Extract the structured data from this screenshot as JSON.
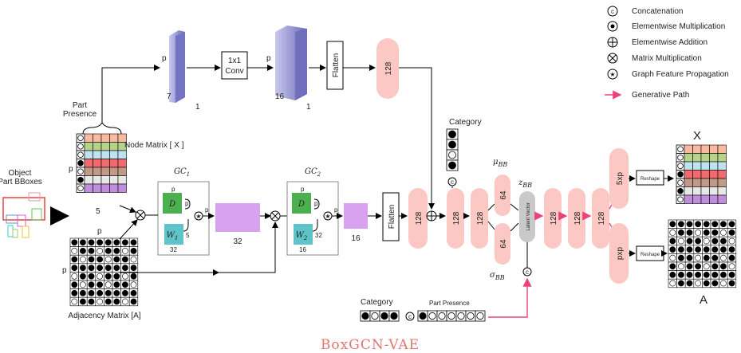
{
  "title": "BoxGCN-VAE",
  "legend": {
    "concat": {
      "symbol": "©",
      "label": "Concatenation"
    },
    "elem_mul": {
      "symbol": "⊙",
      "label": "Elementwise Multiplication"
    },
    "elem_add": {
      "symbol": "⊕",
      "label": "Elementwise Addition"
    },
    "mat_mul": {
      "symbol": "⊗",
      "label": "Matrix Multiplication"
    },
    "gfp": {
      "symbol": "⊛",
      "label": "Graph Feature Propagation"
    },
    "gen_path": {
      "label": "Generative Path"
    }
  },
  "labels": {
    "object_part_bboxes_1": "Object",
    "object_part_bboxes_2": "Part BBoxes",
    "part_presence_1": "Part",
    "part_presence_2": "Presence",
    "node_matrix": "Node Matrix [ X ]",
    "adjacency_matrix": "Adjacency Matrix  [A]",
    "p": "p",
    "dim5": "5",
    "dim7": "7",
    "dim1": "1",
    "dim16": "16",
    "dim32": "32",
    "dim128": "128",
    "dim64": "64",
    "conv_1": "1x1",
    "conv_2": "Conv",
    "flatten": "Flatten",
    "gc1": "GC",
    "gc1_sub": "1",
    "gc2": "GC",
    "gc2_sub": "2",
    "D": "D",
    "W1": "W",
    "W1_sub": "1",
    "W2": "W",
    "W2_sub": "2",
    "category": "Category",
    "mu": "μ",
    "mu_sub": "BB",
    "sigma": "σ",
    "sigma_sub": "BB",
    "z": "z",
    "z_sub": "BB",
    "latent": "Latent Vector",
    "out_5xp": "5xp",
    "out_pxp": "pxp",
    "reshape": "Reshape",
    "X": "X",
    "A": "A",
    "bottom_category": "Category",
    "bottom_part_presence": "Part Presence"
  },
  "colors": {
    "salmon": "#fbc8c4",
    "accent": "#e8447a",
    "purple": "#d8a2f0",
    "green": "#4caf50",
    "teal": "#5fc4c7",
    "conv_block": "#7f7fc8",
    "title": "#e0766d"
  },
  "node_matrix_rows": [
    {
      "present": false,
      "color": "#f8b9a0"
    },
    {
      "present": false,
      "color": "#b5d48a"
    },
    {
      "present": false,
      "color": "#bfe2ef"
    },
    {
      "present": true,
      "color": "#f06a6f"
    },
    {
      "present": false,
      "color": "#c09a86"
    },
    {
      "present": true,
      "color": "#e8e8e8"
    },
    {
      "present": false,
      "color": "#c18ddd"
    }
  ],
  "category_vector": [
    true,
    true,
    false,
    true
  ],
  "bottom_category": [
    true,
    false,
    true,
    true
  ],
  "bottom_part_presence": [
    true,
    false,
    false,
    false,
    false,
    false,
    false
  ]
}
